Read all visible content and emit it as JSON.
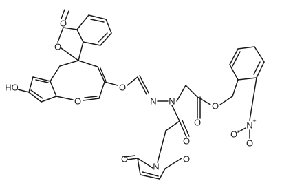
{
  "atoms": {
    "carbonyl_o": "O",
    "lactone_o": "O",
    "hydroxyl": "HO",
    "xanthene_o": "O",
    "ether_o": "O",
    "hydrazone_n1": "N",
    "hydrazone_n2": "N",
    "ester_carbonyl_o": "O",
    "ester_o": "O",
    "amide_o": "O",
    "maleimide_n": "N",
    "maleimide_o1": "O",
    "maleimide_o2": "O",
    "nitro_n": "N",
    "nitro_plus": "+",
    "nitro_o1": "O",
    "nitro_minus": "−",
    "nitro_o2": "O"
  }
}
